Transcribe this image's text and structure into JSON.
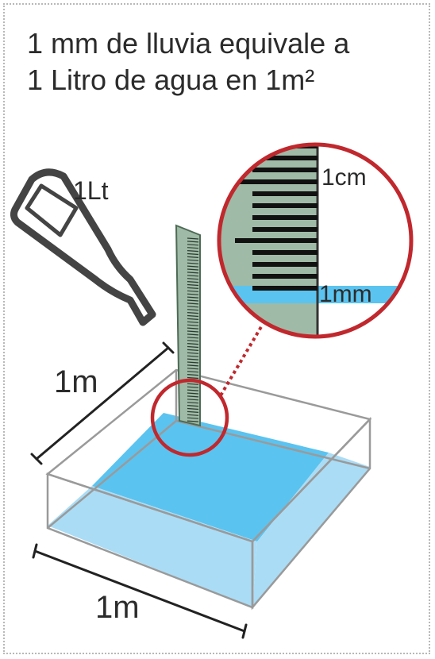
{
  "title": {
    "line1": "1 mm de lluvia equivale a",
    "line2": "1 Litro de agua en 1m²"
  },
  "labels": {
    "bottle": "1Lt",
    "side_depth": "1m",
    "side_width": "1m",
    "scale_cm": "1cm",
    "scale_mm": "1mm"
  },
  "colors": {
    "water_top": "#5bc3ef",
    "water_side": "#aadcf5",
    "ruler": "#9fbaa6",
    "zoom_circle": "#c0282d",
    "lines": "#222222",
    "box_edge": "#9a9a9a"
  }
}
